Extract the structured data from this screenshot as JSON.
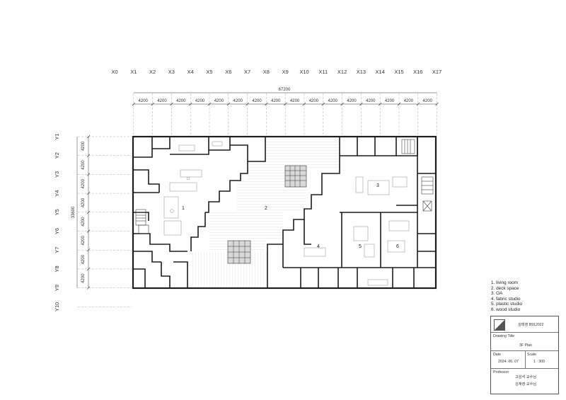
{
  "grid": {
    "x_axes": [
      "X0",
      "X1",
      "X2",
      "X3",
      "X4",
      "X5",
      "X6",
      "X7",
      "X8",
      "X9",
      "X10",
      "X11",
      "X12",
      "X13",
      "X14",
      "X15",
      "X16",
      "X17"
    ],
    "y_axes": [
      "Y1",
      "Y2",
      "Y3",
      "Y4",
      "Y5",
      "Y6",
      "Y7",
      "Y8",
      "Y9",
      "Y10"
    ],
    "bay_dim": "4200",
    "overall_x": "67200",
    "overall_y": "33600"
  },
  "rooms": [
    {
      "num": "1",
      "name": "living room"
    },
    {
      "num": "2",
      "name": "deck space"
    },
    {
      "num": "3",
      "name": "OA"
    },
    {
      "num": "4",
      "name": "fabric studio"
    },
    {
      "num": "5",
      "name": "plastic studio"
    },
    {
      "num": "6",
      "name": "wood studio"
    }
  ],
  "legend": [
    "1. living room",
    "2. deck space",
    "3. OA",
    "4. fabric studio",
    "5. plastic studio",
    "6. wood studio"
  ],
  "title_block": {
    "student": "김태영 B912022",
    "drawing_title_label": "Drawing Title",
    "drawing_title": "3F Plan",
    "date_label": "Date",
    "date": "2024. 06. 07",
    "scale_label": "Scale",
    "scale": "1 : 300",
    "professor_label": "Professor",
    "professors": [
      "고성석 교수님",
      "김재영 교수님"
    ]
  }
}
